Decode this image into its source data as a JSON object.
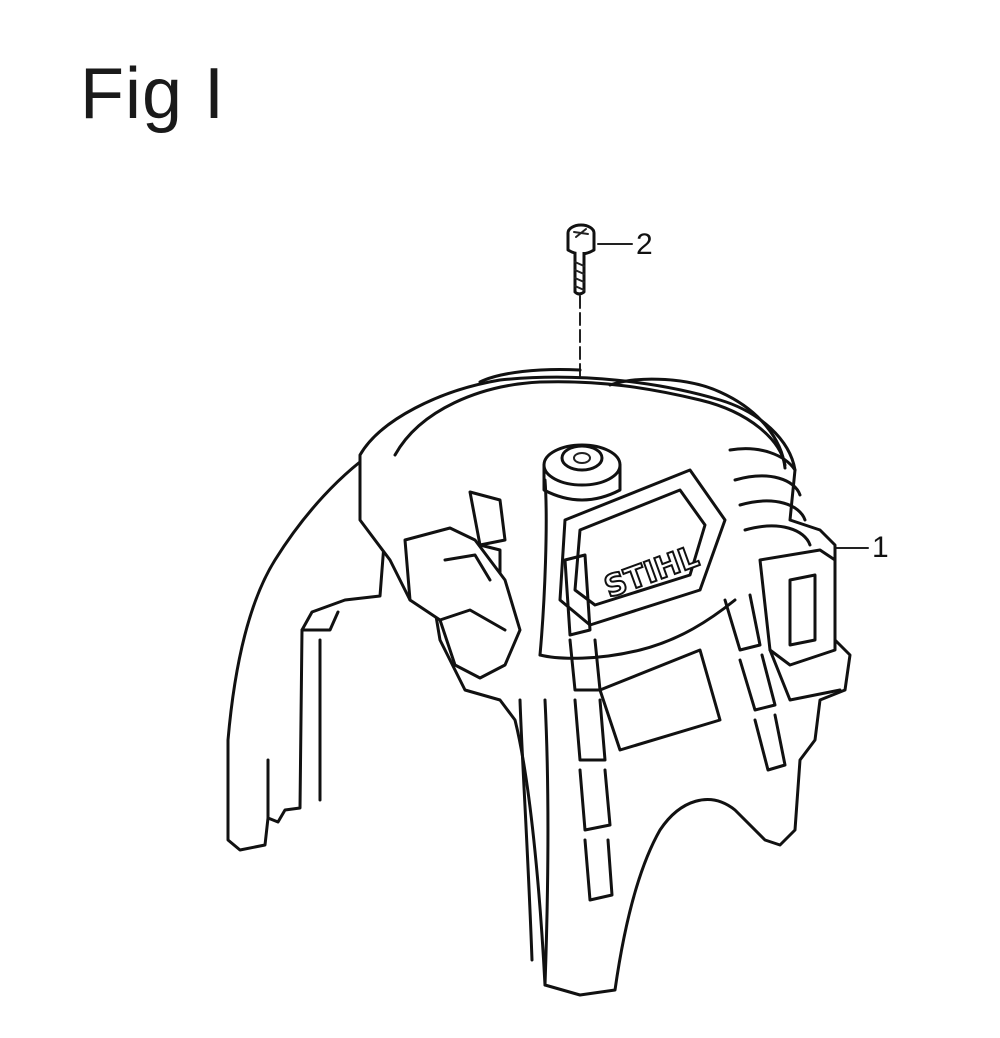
{
  "figure": {
    "title": "Fig I",
    "callouts": {
      "screw": "2",
      "cover": "1"
    },
    "logo_text": "STIHL"
  }
}
